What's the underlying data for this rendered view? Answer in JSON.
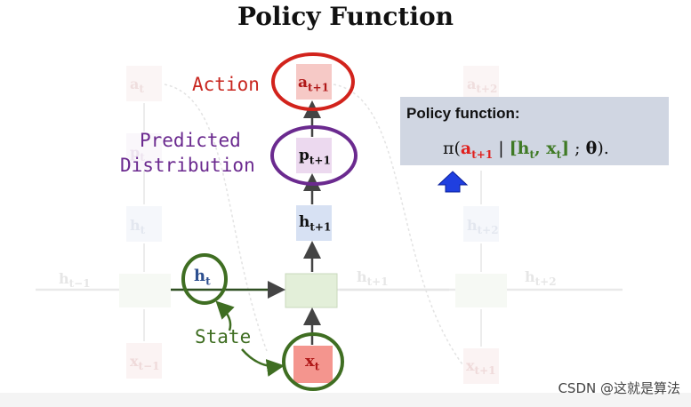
{
  "title": "Policy Function",
  "labels": {
    "action": "Action",
    "predicted_line1": "Predicted",
    "predicted_line2": "Distribution",
    "state": "State"
  },
  "nodes": {
    "a_t": {
      "base": "a",
      "sub": "t"
    },
    "a_t1": {
      "base": "a",
      "sub": "t+1"
    },
    "a_t2": {
      "base": "a",
      "sub": "t+2"
    },
    "p_t": {
      "base": "p",
      "sub": "t"
    },
    "p_t1": {
      "base": "p",
      "sub": "t+1"
    },
    "h_t_top": {
      "base": "h",
      "sub": "t"
    },
    "h_t1_top": {
      "base": "h",
      "sub": "t+1"
    },
    "h_t2_top": {
      "base": "h",
      "sub": "t+2"
    },
    "h_tm1_flow": {
      "base": "h",
      "sub": "t−1"
    },
    "h_t_state": {
      "base": "h",
      "sub": "t"
    },
    "h_t1_flow": {
      "base": "h",
      "sub": "t+1"
    },
    "h_t2_flow": {
      "base": "h",
      "sub": "t+2"
    },
    "x_tm1": {
      "base": "x",
      "sub": "t−1"
    },
    "x_t": {
      "base": "x",
      "sub": "t"
    },
    "x_t1": {
      "base": "x",
      "sub": "t+1"
    }
  },
  "policy_box": {
    "heading": "Policy function:",
    "pi": "π(",
    "a": "a",
    "a_sub": "t+1",
    "bar": " | ",
    "bracket_open": "[",
    "h": "h",
    "h_sub": "t",
    "comma": ", ",
    "x": "x",
    "x_sub": "t",
    "bracket_close": "]",
    "semi": " ; ",
    "theta": "θ",
    "close": ")."
  },
  "watermark": "CSDN @这就是算法",
  "colors": {
    "action_red": "#c8261f",
    "predicted_purple": "#6b2a8f",
    "state_green": "#3f6e22",
    "pointer_blue": "#1f3fe0",
    "h_blue": "#2d4f8f"
  }
}
